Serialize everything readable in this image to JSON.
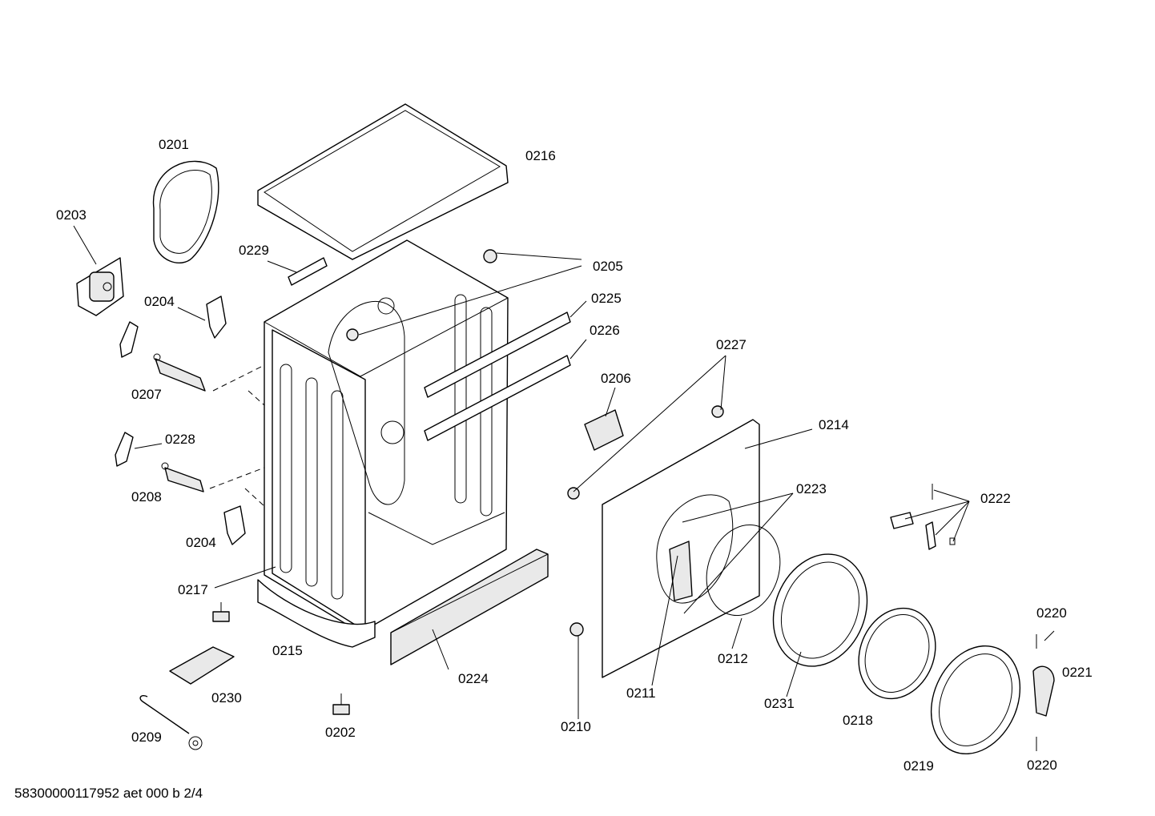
{
  "doc_id": "58300000117952 aet 000 b 2/4",
  "labels": {
    "p0201": "0201",
    "p0202": "0202",
    "p0203": "0203",
    "p0204a": "0204",
    "p0204b": "0204",
    "p0205": "0205",
    "p0206": "0206",
    "p0207": "0207",
    "p0208": "0208",
    "p0209": "0209",
    "p0210": "0210",
    "p0211": "0211",
    "p0212": "0212",
    "p0214": "0214",
    "p0215": "0215",
    "p0216": "0216",
    "p0217": "0217",
    "p0218": "0218",
    "p0219": "0219",
    "p0220a": "0220",
    "p0220b": "0220",
    "p0221": "0221",
    "p0222": "0222",
    "p0223": "0223",
    "p0224": "0224",
    "p0225": "0225",
    "p0226": "0226",
    "p0227": "0227",
    "p0228": "0228",
    "p0229": "0229",
    "p0230": "0230",
    "p0231": "0231"
  }
}
